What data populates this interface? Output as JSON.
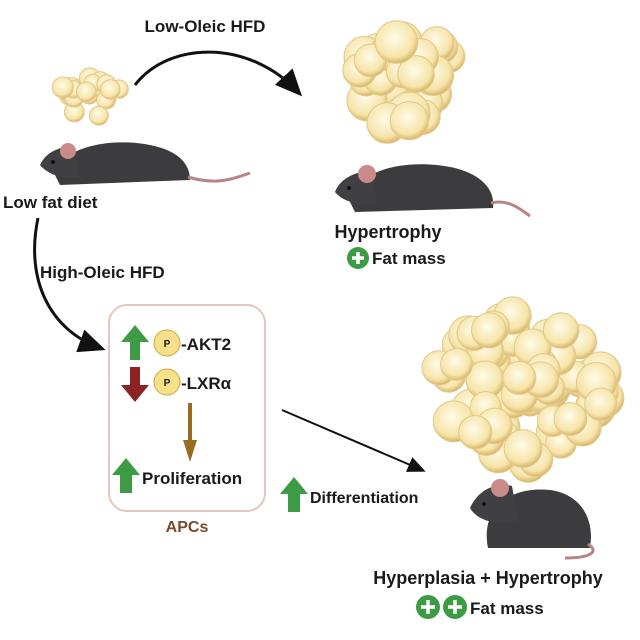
{
  "labels": {
    "low_oleic": "Low-Oleic HFD",
    "low_fat": "Low fat diet",
    "high_oleic": "High-Oleic HFD",
    "hypertrophy": "Hypertrophy",
    "fat_mass_1": "Fat mass",
    "akt2": "-AKT2",
    "lxr": "-LXRα",
    "p": "P",
    "proliferation": "Proliferation",
    "apcs": "APCs",
    "differentiation": "Differentiation",
    "hyper_both": "Hyperplasia + Hypertrophy",
    "fat_mass_2": "Fat mass"
  },
  "colors": {
    "up": "#3e9b45",
    "down": "#8c2424",
    "brown_arrow": "#9a6b22",
    "apcs": "#7a4a2a",
    "fat": "#f5e3a8",
    "mouse": "#3c3c3e"
  }
}
